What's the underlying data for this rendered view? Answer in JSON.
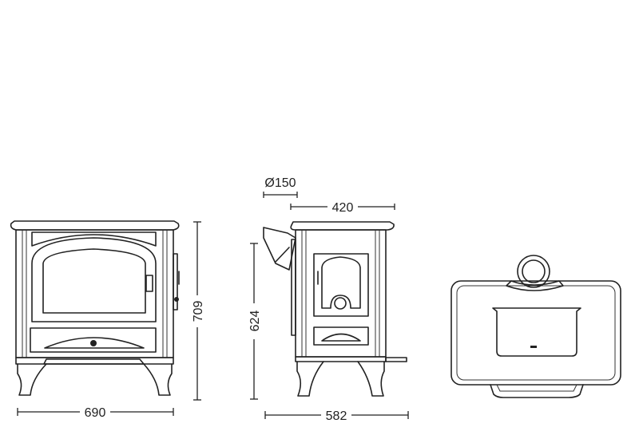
{
  "dimensions": {
    "front_width": "690",
    "total_height": "709",
    "flue_diameter": "Ø150",
    "flue_offset": "420",
    "flue_height": "624",
    "depth": "582"
  },
  "views": [
    "front-view",
    "side-view",
    "top-view"
  ]
}
